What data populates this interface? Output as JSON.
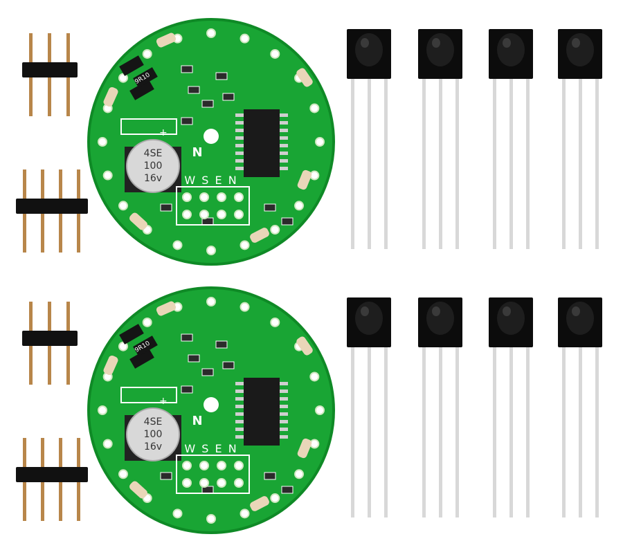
{
  "kits": [
    {
      "silkscreen": {
        "north": "N",
        "directions": "W S E N",
        "plus": "+",
        "resistor": "9R10",
        "cap_line1": "4SE",
        "cap_line2": "100",
        "cap_line3": "16v"
      },
      "header_pins": [
        3,
        4
      ],
      "ir_receivers": 4
    },
    {
      "silkscreen": {
        "north": "N",
        "directions": "W S E N",
        "plus": "+",
        "resistor": "9R10",
        "cap_line1": "4SE",
        "cap_line2": "100",
        "cap_line3": "16v"
      },
      "header_pins": [
        3,
        4
      ],
      "ir_receivers": 4
    }
  ],
  "colors": {
    "pcb": "#19a534",
    "pcb_edge": "#0f8a26",
    "silk": "#ffffff",
    "header_body": "#111111",
    "pin": "#b8864a",
    "ir_body": "#0c0c0c",
    "lead": "#d8d8d8"
  }
}
